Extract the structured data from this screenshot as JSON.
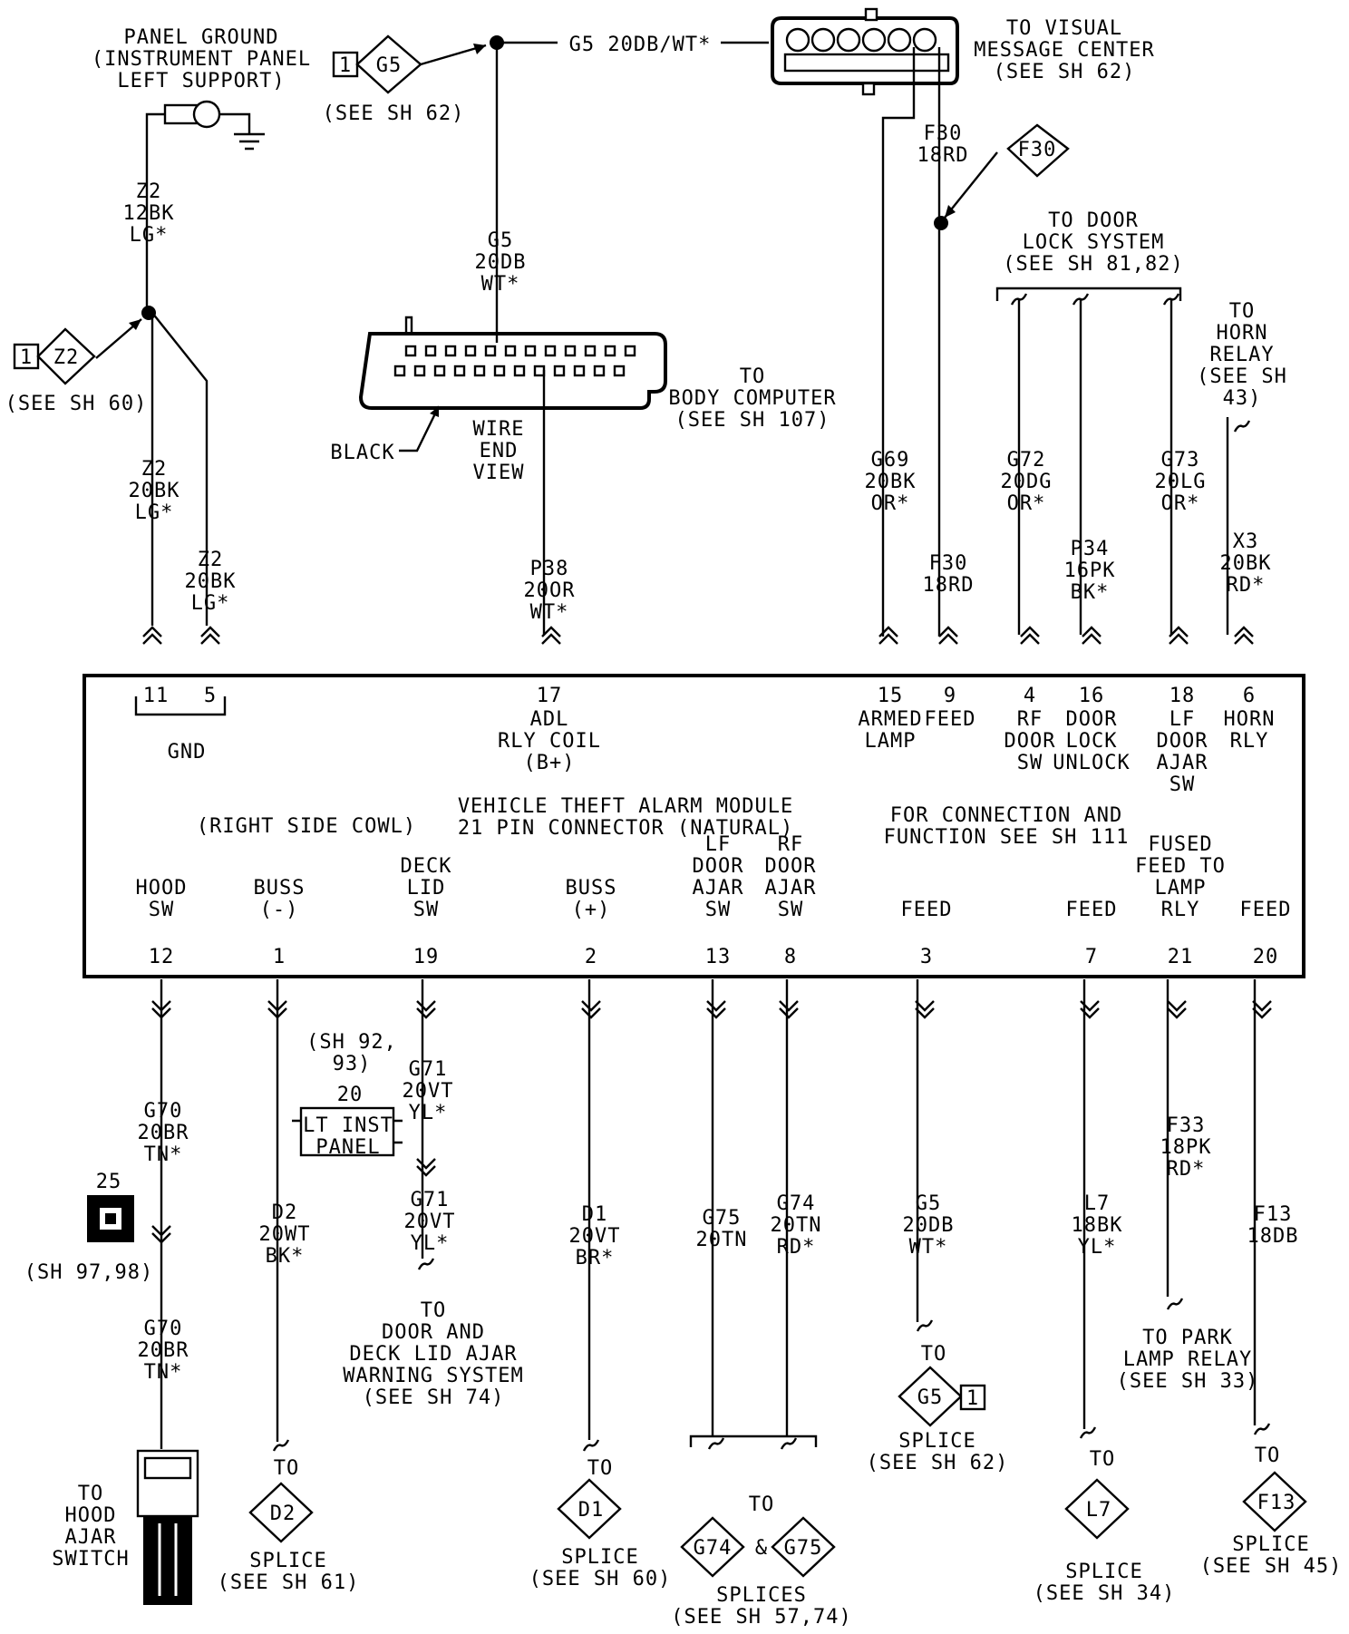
{
  "top": {
    "panel_ground": [
      "PANEL GROUND",
      "(INSTRUMENT PANEL",
      "LEFT SUPPORT)"
    ],
    "z2_top": [
      "Z2",
      "12BK",
      "LG*"
    ],
    "z2_sym": "Z2",
    "z2_sym_num": "1",
    "z2_see": "(SEE SH 60)",
    "z2_left": [
      "Z2",
      "20BK",
      "LG*"
    ],
    "z2_right": [
      "Z2",
      "20BK",
      "LG*"
    ],
    "g5_sym": "G5",
    "g5_sym_num": "1",
    "g5_see": "(SEE SH 62)",
    "g5_wire_label": "G5 20DB/WT*",
    "g5_vertical": [
      "G5",
      "20DB",
      "WT*"
    ],
    "vmc": [
      "TO VISUAL",
      "MESSAGE CENTER",
      "(SEE SH 62)"
    ],
    "f30_label": [
      "F30",
      "18RD"
    ],
    "f30_sym": "F30",
    "body_computer": [
      "TO",
      "BODY COMPUTER",
      "(SEE SH 107)"
    ],
    "black": "BLACK",
    "wire_end_view": [
      "WIRE",
      "END",
      "VIEW"
    ],
    "p38": [
      "P38",
      "20OR",
      "WT*"
    ],
    "g69": [
      "G69",
      "20BK",
      "OR*"
    ],
    "f30_lower": [
      "F30",
      "18RD"
    ],
    "door_lock": [
      "TO DOOR",
      "LOCK SYSTEM",
      "(SEE SH 81,82)"
    ],
    "g72": [
      "G72",
      "20DG",
      "OR*"
    ],
    "p34": [
      "P34",
      "16PK",
      "BK*"
    ],
    "g73": [
      "G73",
      "20LG",
      "OR*"
    ],
    "horn": [
      "TO",
      "HORN",
      "RELAY",
      "(SEE SH",
      "43)"
    ],
    "x3": [
      "X3",
      "20BK",
      "RD*"
    ]
  },
  "module": {
    "pins_top": [
      {
        "num": "11",
        "label": []
      },
      {
        "num": "5",
        "label": []
      },
      {
        "num": "17",
        "label": [
          "ADL",
          "RLY COIL",
          "(B+)"
        ]
      },
      {
        "num": "15",
        "label": [
          "ARMED",
          "LAMP"
        ]
      },
      {
        "num": "9",
        "label": [
          "FEED"
        ]
      },
      {
        "num": "4",
        "label": [
          "RF",
          "DOOR",
          "SW"
        ]
      },
      {
        "num": "16",
        "label": [
          "DOOR",
          "LOCK",
          "UNLOCK"
        ]
      },
      {
        "num": "18",
        "label": [
          "LF",
          "DOOR",
          "AJAR",
          "SW"
        ]
      },
      {
        "num": "6",
        "label": [
          "HORN",
          "RLY"
        ]
      }
    ],
    "gnd": "GND",
    "location": "(RIGHT SIDE COWL)",
    "title": [
      "VEHICLE THEFT  ALARM MODULE",
      "21 PIN CONNECTOR (NATURAL)"
    ],
    "function": [
      "FOR CONNECTION AND",
      "FUNCTION SEE SH 111"
    ],
    "pins_bottom": [
      {
        "num": "12",
        "label": [
          "HOOD",
          "SW"
        ]
      },
      {
        "num": "1",
        "label": [
          "BUSS",
          "(-)"
        ]
      },
      {
        "num": "19",
        "label": [
          "DECK",
          "LID",
          "SW"
        ]
      },
      {
        "num": "2",
        "label": [
          "BUSS",
          "(+)"
        ]
      },
      {
        "num": "13",
        "label": [
          "LF",
          "DOOR",
          "AJAR",
          "SW"
        ]
      },
      {
        "num": "8",
        "label": [
          "RF",
          "DOOR",
          "AJAR",
          "SW"
        ]
      },
      {
        "num": "3",
        "label": [
          "FEED"
        ]
      },
      {
        "num": "7",
        "label": [
          "FEED"
        ]
      },
      {
        "num": "21",
        "label": [
          "FUSED",
          "FEED TO",
          "LAMP",
          "RLY"
        ]
      },
      {
        "num": "20",
        "label": [
          "FEED"
        ]
      }
    ]
  },
  "bottom": {
    "g70_a": [
      "G70",
      "20BR",
      "TN*"
    ],
    "g70_b": [
      "G70",
      "20BR",
      "TN*"
    ],
    "c25_num": "25",
    "c25_see": "(SH 97,98)",
    "hood_switch": [
      "TO",
      "HOOD",
      "AJAR",
      "SWITCH"
    ],
    "d2": [
      "D2",
      "20WT",
      "BK*"
    ],
    "d2_to": "TO",
    "d2_sym": "D2",
    "d2_splice": [
      "SPLICE",
      "(SEE SH 61)"
    ],
    "sh9293": [
      "(SH 92,",
      "93)"
    ],
    "lt_num": "20",
    "lt_inst": [
      "LT INST",
      "PANEL"
    ],
    "g71_a": [
      "G71",
      "20VT",
      "YL*"
    ],
    "g71_b": [
      "G71",
      "20VT",
      "YL*"
    ],
    "door_deck": [
      "TO",
      "DOOR AND",
      "DECK LID AJAR",
      "WARNING SYSTEM",
      "(SEE SH 74)"
    ],
    "d1": [
      "D1",
      "20VT",
      "BR*"
    ],
    "d1_to": "TO",
    "d1_sym": "D1",
    "d1_splice": [
      "SPLICE",
      "(SEE SH 60)"
    ],
    "g75": [
      "G75",
      "20TN"
    ],
    "g74": [
      "G74",
      "20TN",
      "RD*"
    ],
    "g74_75_to": "TO",
    "g74_sym": "G74",
    "amp": "&",
    "g75_sym": "G75",
    "g74_75_splices": [
      "SPLICES",
      "(SEE SH 57,74)"
    ],
    "g5": [
      "G5",
      "20DB",
      "WT*"
    ],
    "g5_to": "TO",
    "g5_sym": "G5",
    "g5_num": "1",
    "g5_splice": [
      "SPLICE",
      "(SEE SH 62)"
    ],
    "l7": [
      "L7",
      "18BK",
      "YL*"
    ],
    "l7_to": "TO",
    "l7_sym": "L7",
    "l7_splice": [
      "SPLICE",
      "(SEE SH 34)"
    ],
    "f33": [
      "F33",
      "18PK",
      "RD*"
    ],
    "park": [
      "TO PARK",
      "LAMP RELAY",
      "(SEE SH 33)"
    ],
    "f13": [
      "F13",
      "18DB"
    ],
    "f13_to": "TO",
    "f13_sym": "F13",
    "f13_splice": [
      "SPLICE",
      "(SEE SH 45)"
    ]
  }
}
